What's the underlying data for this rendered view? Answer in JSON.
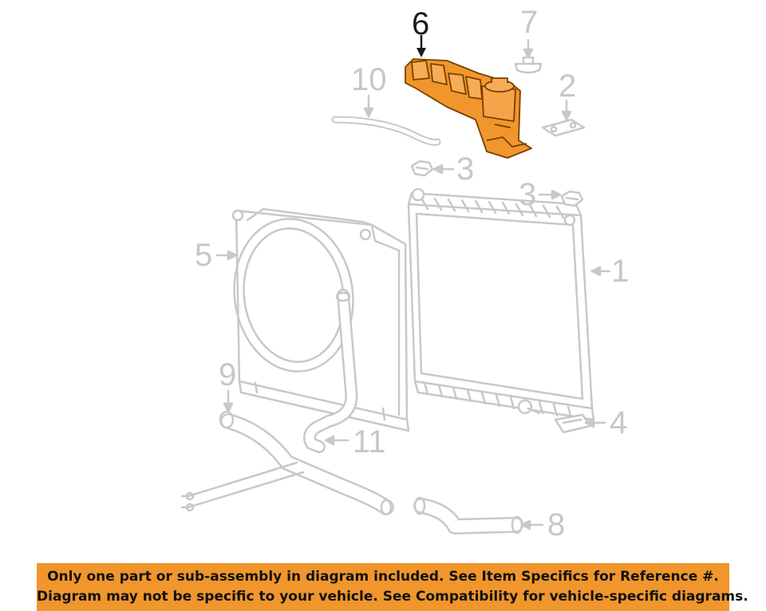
{
  "callouts": {
    "c1": "1",
    "c2": "2",
    "c3a": "3",
    "c3b": "3",
    "c4": "4",
    "c5": "5",
    "c6": "6",
    "c7": "7",
    "c8": "8",
    "c9": "9",
    "c10": "10",
    "c11": "11"
  },
  "highlighted_callout": "6",
  "colors": {
    "highlight": "#f0962c",
    "line_art": "#c8c8c8",
    "banner_background": "#f0962c"
  },
  "banner": {
    "line1": "Only one part or sub-assembly in diagram included. See Item Specifics for Reference #.",
    "line2": "Diagram may not be specific to your vehicle. See Compatibility for vehicle-specific diagrams."
  }
}
